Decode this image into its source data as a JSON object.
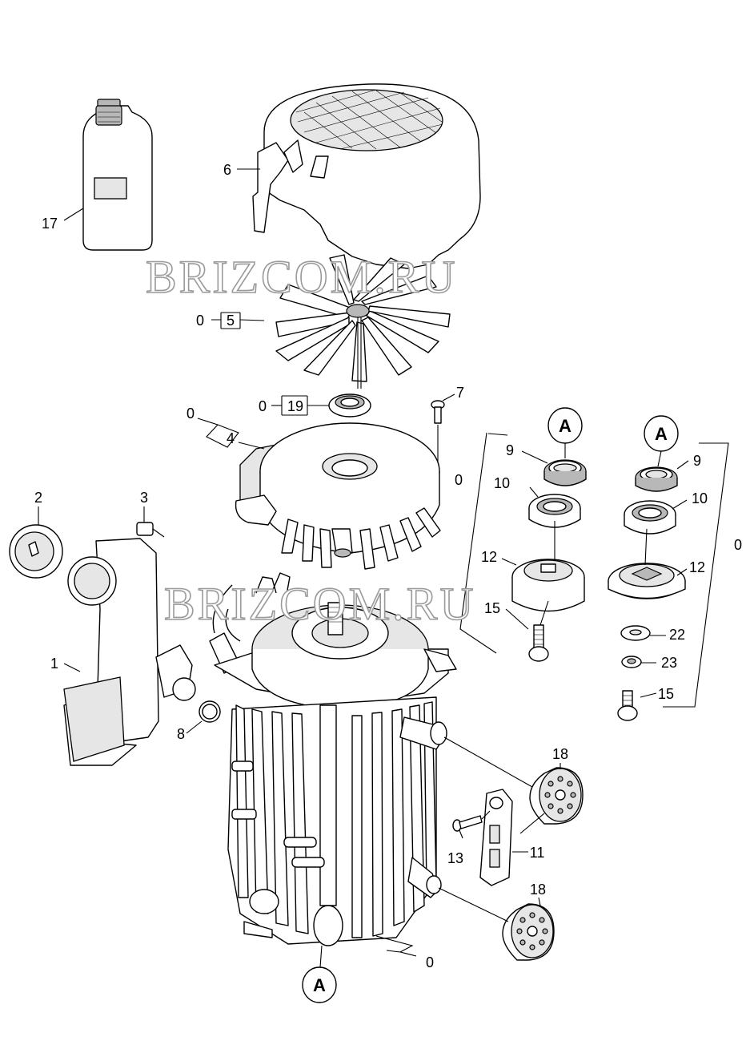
{
  "watermark": "BRIZCOM.RU",
  "callout_letter": "A",
  "labels": {
    "p0_fan": "0",
    "p5": "5",
    "p6": "6",
    "p17": "17",
    "p0_bearing": "0",
    "p19": "19",
    "p7": "7",
    "p0_cover": "0",
    "p4": "4",
    "p2": "2",
    "p3": "3",
    "p1": "1",
    "p8": "8",
    "p9_left": "9",
    "p10_left": "10",
    "p0_left_group": "0",
    "p12_left": "12",
    "p15_left": "15",
    "p9_right": "9",
    "p10_right": "10",
    "p12_right": "12",
    "p0_right_group": "0",
    "p22": "22",
    "p23": "23",
    "p15_right": "15",
    "p18_top": "18",
    "p13": "13",
    "p11": "11",
    "p18_bottom": "18",
    "p0_bottom": "0"
  }
}
